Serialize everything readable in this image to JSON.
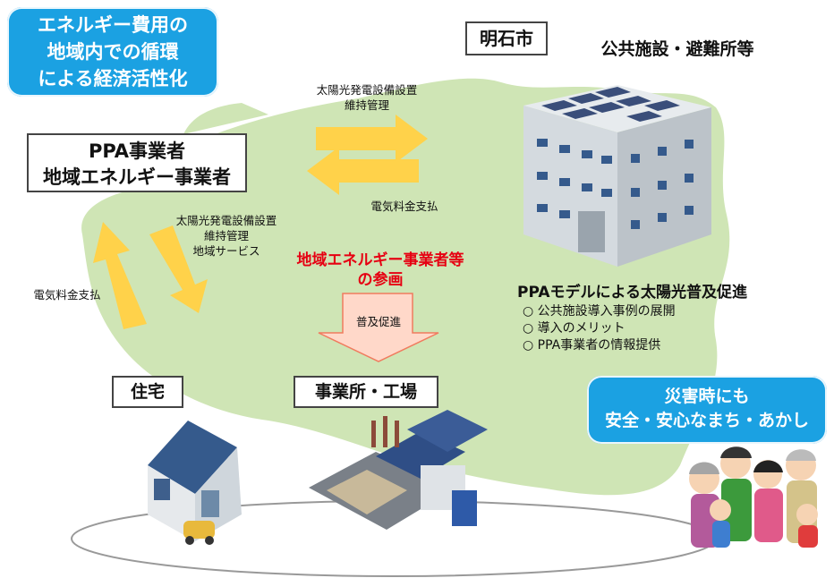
{
  "top_left_banner": {
    "lines": [
      "エネルギー費用の",
      "地域内での循環",
      "による経済活性化"
    ]
  },
  "city_label": "明石市",
  "facility_title": "公共施設・避難所等",
  "ppa_box": {
    "lines": [
      "PPA事業者",
      "地域エネルギー事業者"
    ]
  },
  "arrow_to_facility_label": {
    "lines": [
      "太陽光発電設備設置",
      "維持管理"
    ]
  },
  "arrow_from_facility_label": "電気料金支払",
  "arrow_to_homes_label": {
    "lines": [
      "太陽光発電設備設置",
      "維持管理",
      "地域サービス"
    ]
  },
  "arrow_from_homes_label": "電気料金支払",
  "participation": {
    "lines": [
      "地域エネルギー事業者等",
      "の参画"
    ]
  },
  "promotion_arrow_label": "普及促進",
  "ppa_model": {
    "title": "PPAモデルによる太陽光普及促進",
    "items": [
      "○ 公共施設導入事例の展開",
      "○ 導入のメリット",
      "○ PPA事業者の情報提供"
    ]
  },
  "housing_label": "住宅",
  "business_label": "事業所・工場",
  "disaster_banner": {
    "lines": [
      "災害時にも",
      "安全・安心なまち・あかし"
    ]
  },
  "colors": {
    "banner_blue": "#1ba1e2",
    "arrow_yellow": "#ffd24a",
    "map_green": "#cfe5b5",
    "accent_red": "#e60012"
  }
}
